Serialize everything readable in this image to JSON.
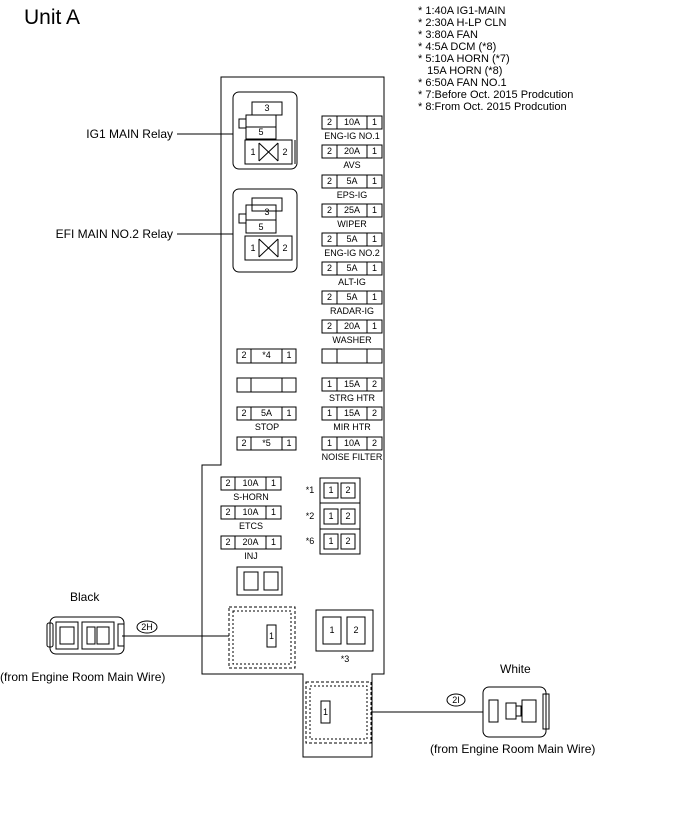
{
  "title": "Unit A",
  "notes": [
    "* 1:40A IG1-MAIN",
    "* 2:30A H-LP CLN",
    "* 3:80A FAN",
    "* 4:5A DCM (*8)",
    "* 5:10A HORN (*7)",
    "   15A HORN (*8)",
    "* 6:50A FAN NO.1",
    "* 7:Before Oct. 2015 Prodcution",
    "* 8:From Oct. 2015 Prodcution"
  ],
  "relays": [
    {
      "label": "IG1 MAIN Relay",
      "pins": [
        "3",
        "5",
        "1",
        "2"
      ]
    },
    {
      "label": "EFI MAIN NO.2 Relay",
      "pins": [
        "3",
        "5",
        "1",
        "2"
      ]
    }
  ],
  "right_fuses": [
    {
      "left": "2",
      "rating": "10A",
      "right": "1",
      "name": "ENG-IG NO.1"
    },
    {
      "left": "2",
      "rating": "20A",
      "right": "1",
      "name": "AVS"
    },
    {
      "left": "2",
      "rating": "5A",
      "right": "1",
      "name": "EPS-IG"
    },
    {
      "left": "2",
      "rating": "25A",
      "right": "1",
      "name": "WIPER"
    },
    {
      "left": "2",
      "rating": "5A",
      "right": "1",
      "name": "ENG-IG NO.2"
    },
    {
      "left": "2",
      "rating": "5A",
      "right": "1",
      "name": "ALT-IG"
    },
    {
      "left": "2",
      "rating": "5A",
      "right": "1",
      "name": "RADAR-IG"
    },
    {
      "left": "2",
      "rating": "20A",
      "right": "1",
      "name": "WASHER"
    }
  ],
  "right_fuses2": [
    {
      "left": "1",
      "rating": "15A",
      "right": "2",
      "name": "STRG HTR"
    },
    {
      "left": "1",
      "rating": "15A",
      "right": "2",
      "name": "MIR HTR"
    },
    {
      "left": "1",
      "rating": "10A",
      "right": "2",
      "name": "NOISE FILTER"
    }
  ],
  "mid_fuses": [
    {
      "left": "2",
      "rating": "*4",
      "right": "1",
      "name": ""
    },
    {
      "left": "2",
      "rating": "5A",
      "right": "1",
      "name": "STOP"
    },
    {
      "left": "2",
      "rating": "*5",
      "right": "1",
      "name": ""
    }
  ],
  "lower_fuses": [
    {
      "left": "2",
      "rating": "10A",
      "right": "1",
      "name": "S-HORN"
    },
    {
      "left": "2",
      "rating": "10A",
      "right": "1",
      "name": "ETCS"
    },
    {
      "left": "2",
      "rating": "20A",
      "right": "1",
      "name": "INJ"
    }
  ],
  "big_fuses": [
    {
      "ref": "*1",
      "pins": [
        "1",
        "2"
      ]
    },
    {
      "ref": "*2",
      "pins": [
        "1",
        "2"
      ]
    },
    {
      "ref": "*6",
      "pins": [
        "1",
        "2"
      ]
    }
  ],
  "fan_fuse": {
    "ref": "*3",
    "pins": [
      "1",
      "2"
    ]
  },
  "connectors": {
    "black": {
      "color": "Black",
      "code": "2H",
      "pin": "1",
      "source": "(from Engine Room Main Wire)"
    },
    "white": {
      "color": "White",
      "code": "2I",
      "pin": "1",
      "source": "(from Engine Room Main Wire)"
    }
  }
}
